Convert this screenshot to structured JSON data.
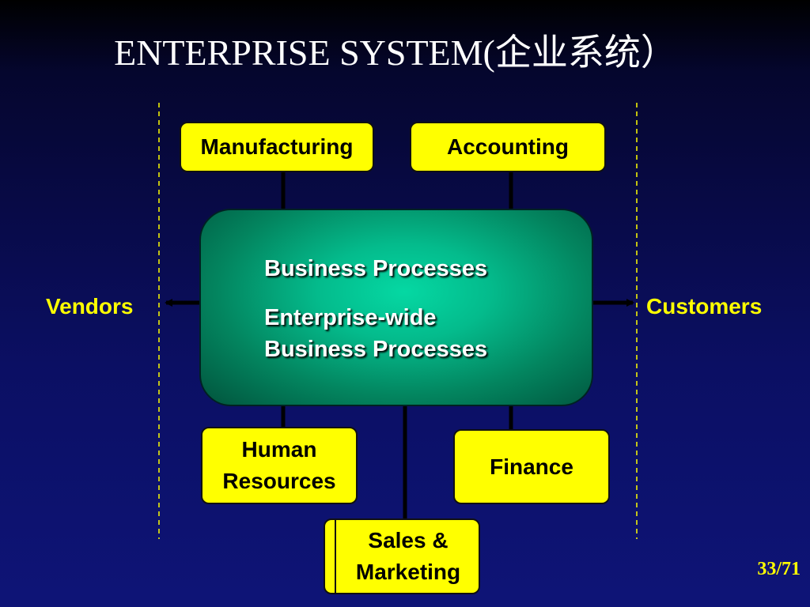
{
  "slide": {
    "title": "ENTERPRISE SYSTEM(企业系统）",
    "page_number": "33/71"
  },
  "diagram": {
    "core": {
      "line1": "Business Processes",
      "line2a": "Enterprise-wide",
      "line2b": "Business Processes"
    },
    "modules": {
      "manufacturing": "Manufacturing",
      "accounting": "Accounting",
      "human_resources_1": "Human",
      "human_resources_2": "Resources",
      "finance": "Finance",
      "sales_1": "Sales &",
      "sales_2": "Marketing"
    },
    "external": {
      "left": "Vendors",
      "right": "Customers"
    },
    "colors": {
      "module_fill": "#ffff00",
      "core_fill": "#04bb8c",
      "label_color": "#ffff00",
      "background": "#0b0f63"
    }
  }
}
